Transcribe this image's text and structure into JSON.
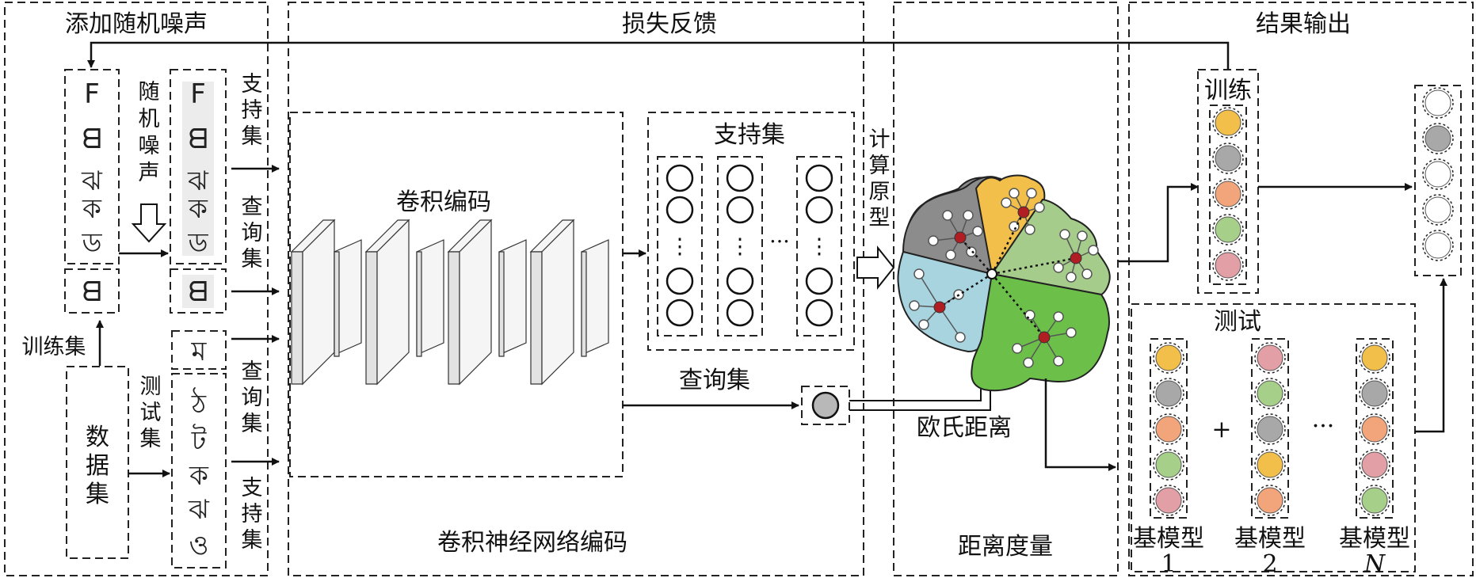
{
  "sections": {
    "add_noise": "添加随机噪声",
    "loss_feedback": "损失反馈",
    "cnn_encoder": "卷积神经网络编码",
    "distance_metric": "距离度量",
    "result_output": "结果输出"
  },
  "labels": {
    "random_noise": "随机噪声",
    "support_set": "支持集",
    "query_set": "查询集",
    "training_set": "训练集",
    "test_set": "测试集",
    "dataset": "数据集",
    "conv_encoding": "卷积编码",
    "support_set_box": "支持集",
    "query_set_out": "查询集",
    "compute_prototype": "计算原型",
    "euclidean_distance": "欧氏距离",
    "train": "训练",
    "test": "测试",
    "base_model_1": "基模型",
    "base_model_1_idx": "1",
    "base_model_2": "基模型",
    "base_model_2_idx": "2",
    "base_model_n": "基模型",
    "base_model_n_idx": "N",
    "plus": "+",
    "ellipsis": "···",
    "vdots": "⋮"
  },
  "glyphs": {
    "train_samples": [
      "F",
      "ᗺ",
      "ঝ",
      "ক",
      "ড",
      "ᗺ"
    ],
    "test_samples": [
      "ম",
      "ঠ",
      "ট",
      "ক",
      "ঝ",
      "ও"
    ]
  },
  "colors": {
    "gold": "#f2c04a",
    "gray": "#a8a8a8",
    "salmon": "#f2a47a",
    "green": "#a6cf8a",
    "pink": "#e2a0a6",
    "cluster_gray": "#8c8c8c",
    "cluster_yellow": "#f2c04a",
    "cluster_lightgreen": "#a6cc8c",
    "cluster_blue": "#a8d4e0",
    "cluster_green": "#6cc04a",
    "center_red": "#b01e24"
  },
  "model_columns": {
    "train": [
      "gold",
      "gray",
      "salmon",
      "green",
      "pink"
    ],
    "base_1": [
      "gold",
      "gray",
      "salmon",
      "green",
      "pink"
    ],
    "base_2": [
      "pink",
      "green",
      "gray",
      "gold",
      "salmon"
    ],
    "base_n": [
      "gold",
      "gray",
      "salmon",
      "pink",
      "green"
    ],
    "output": [
      "white",
      "gray",
      "white",
      "white",
      "white"
    ]
  }
}
